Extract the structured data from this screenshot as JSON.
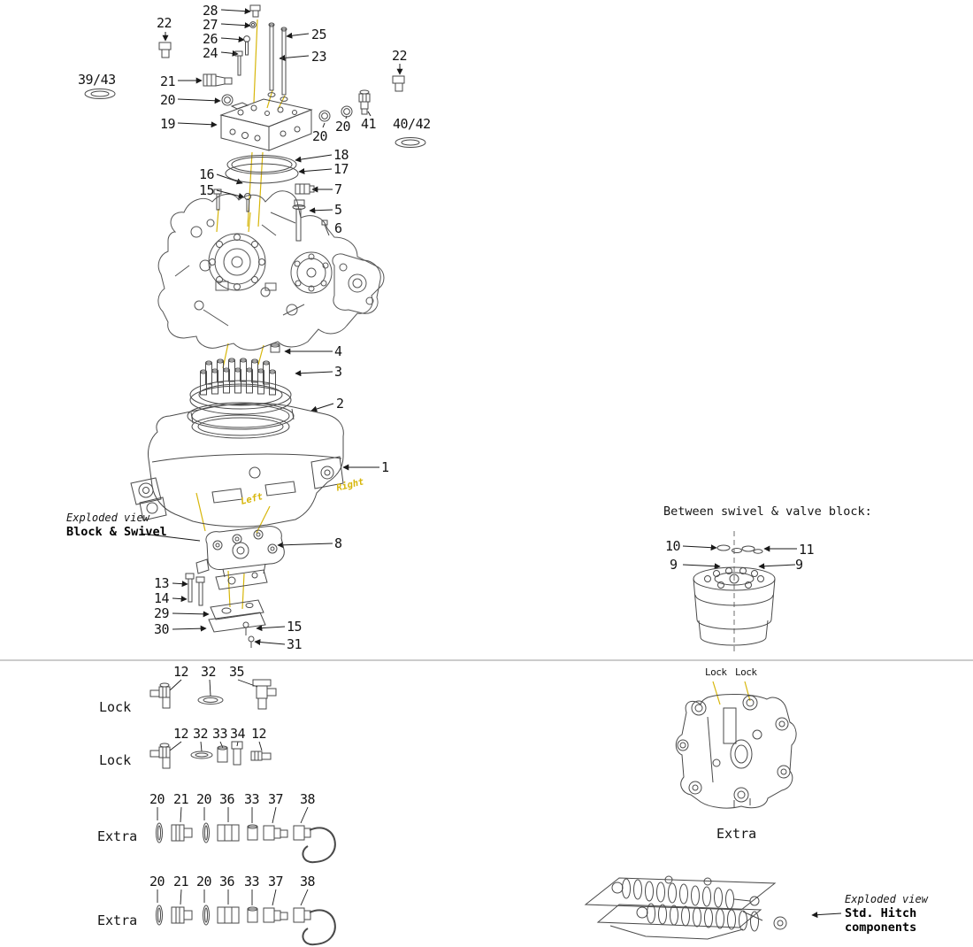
{
  "colors": {
    "accent": "#d7b60a",
    "line_art": "#4a4a4a",
    "text": "#141414"
  },
  "main_view": {
    "caption_italic": "Exploded view",
    "caption_bold": "Block & Swivel",
    "left_tag": "Left",
    "right_tag": "Right",
    "callouts": {
      "c28": "28",
      "c27": "27",
      "c26": "26",
      "c24": "24",
      "c22_left": "22",
      "c25": "25",
      "c23": "23",
      "c21": "21",
      "c20_a": "20",
      "c19": "19",
      "c39_43": "39/43",
      "c22_right": "22",
      "c20_b": "20",
      "c20_c": "20",
      "c41": "41",
      "c40_42": "40/42",
      "c18": "18",
      "c17": "17",
      "c16": "16",
      "c15_a": "15",
      "c7": "7",
      "c5": "5",
      "c6": "6",
      "c4": "4",
      "c3": "3",
      "c2": "2",
      "c1": "1",
      "c8": "8",
      "c13": "13",
      "c14": "14",
      "c29": "29",
      "c30": "30",
      "c15_b": "15",
      "c31": "31"
    }
  },
  "swivel_block_view": {
    "title": "Between swivel & valve block:",
    "callouts": {
      "c10": "10",
      "c11": "11",
      "c9_left": "9",
      "c9_right": "9"
    }
  },
  "fitting_rows": {
    "lock1": {
      "label": "Lock",
      "nums": [
        "12",
        "32",
        "35"
      ]
    },
    "lock2": {
      "label": "Lock",
      "nums": [
        "12",
        "32",
        "33",
        "34",
        "12"
      ]
    },
    "extra1": {
      "label": "Extra",
      "nums": [
        "20",
        "21",
        "20",
        "36",
        "33",
        "37",
        "38"
      ]
    },
    "extra2": {
      "label": "Extra",
      "nums": [
        "20",
        "21",
        "20",
        "36",
        "33",
        "37",
        "38"
      ]
    }
  },
  "lock_block_view": {
    "lock_left": "Lock",
    "lock_right": "Lock",
    "extra": "Extra"
  },
  "hitch_view": {
    "caption_italic": "Exploded view",
    "caption_bold": "Std. Hitch components"
  }
}
